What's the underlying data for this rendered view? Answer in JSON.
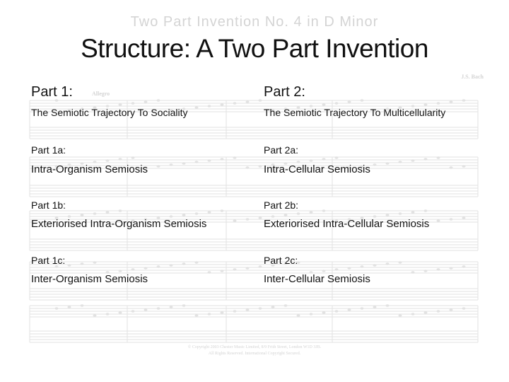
{
  "watermark": {
    "piece_title": "Two  Part Invention No. 4 in D Minor",
    "composer": "J.S. Bach",
    "tempo": "Allegro",
    "copyright_line1": "© Copyright 2003 Chester Music Limited, 8/9 Frith Street, London W1D 3JB.",
    "copyright_line2": "All Rights Reserved. International Copyright Secured."
  },
  "slide": {
    "title": "Structure: A Two Part Invention",
    "columns": [
      {
        "heading": "Part 1:",
        "subtitle": "The Semiotic Trajectory To Sociality",
        "items": [
          {
            "label": "Part 1a:",
            "value": "Intra-Organism Semiosis"
          },
          {
            "label": "Part 1b:",
            "value": "Exteriorised Intra-Organism Semiosis"
          },
          {
            "label": "Part 1c:",
            "value": "Inter-Organism Semiosis"
          }
        ]
      },
      {
        "heading": "Part 2:",
        "subtitle": "The Semiotic Trajectory To Multicellularity",
        "items": [
          {
            "label": "Part 2a:",
            "value": "Intra-Cellular Semiosis"
          },
          {
            "label": "Part 2b:",
            "value": "Exteriorised Intra-Cellular Semiosis"
          },
          {
            "label": "Part 2c:",
            "value": "Inter-Cellular Semiosis"
          }
        ]
      }
    ]
  },
  "colors": {
    "text": "#111111",
    "watermark": "#d4d4d4"
  }
}
